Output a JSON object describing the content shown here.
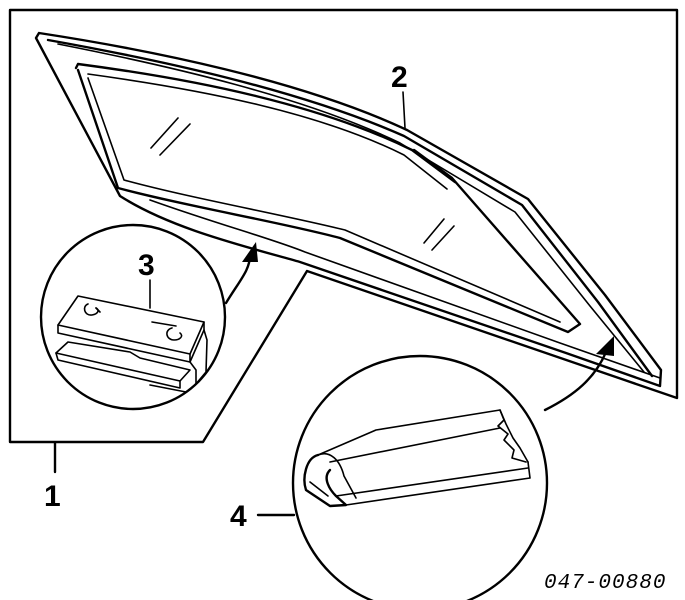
{
  "diagram": {
    "callouts": [
      {
        "id": "1",
        "label": "1"
      },
      {
        "id": "2",
        "label": "2"
      },
      {
        "id": "3",
        "label": "3"
      },
      {
        "id": "4",
        "label": "4"
      }
    ],
    "part_number": "047-00880"
  },
  "colors": {
    "line": "#000000",
    "background": "#ffffff"
  }
}
